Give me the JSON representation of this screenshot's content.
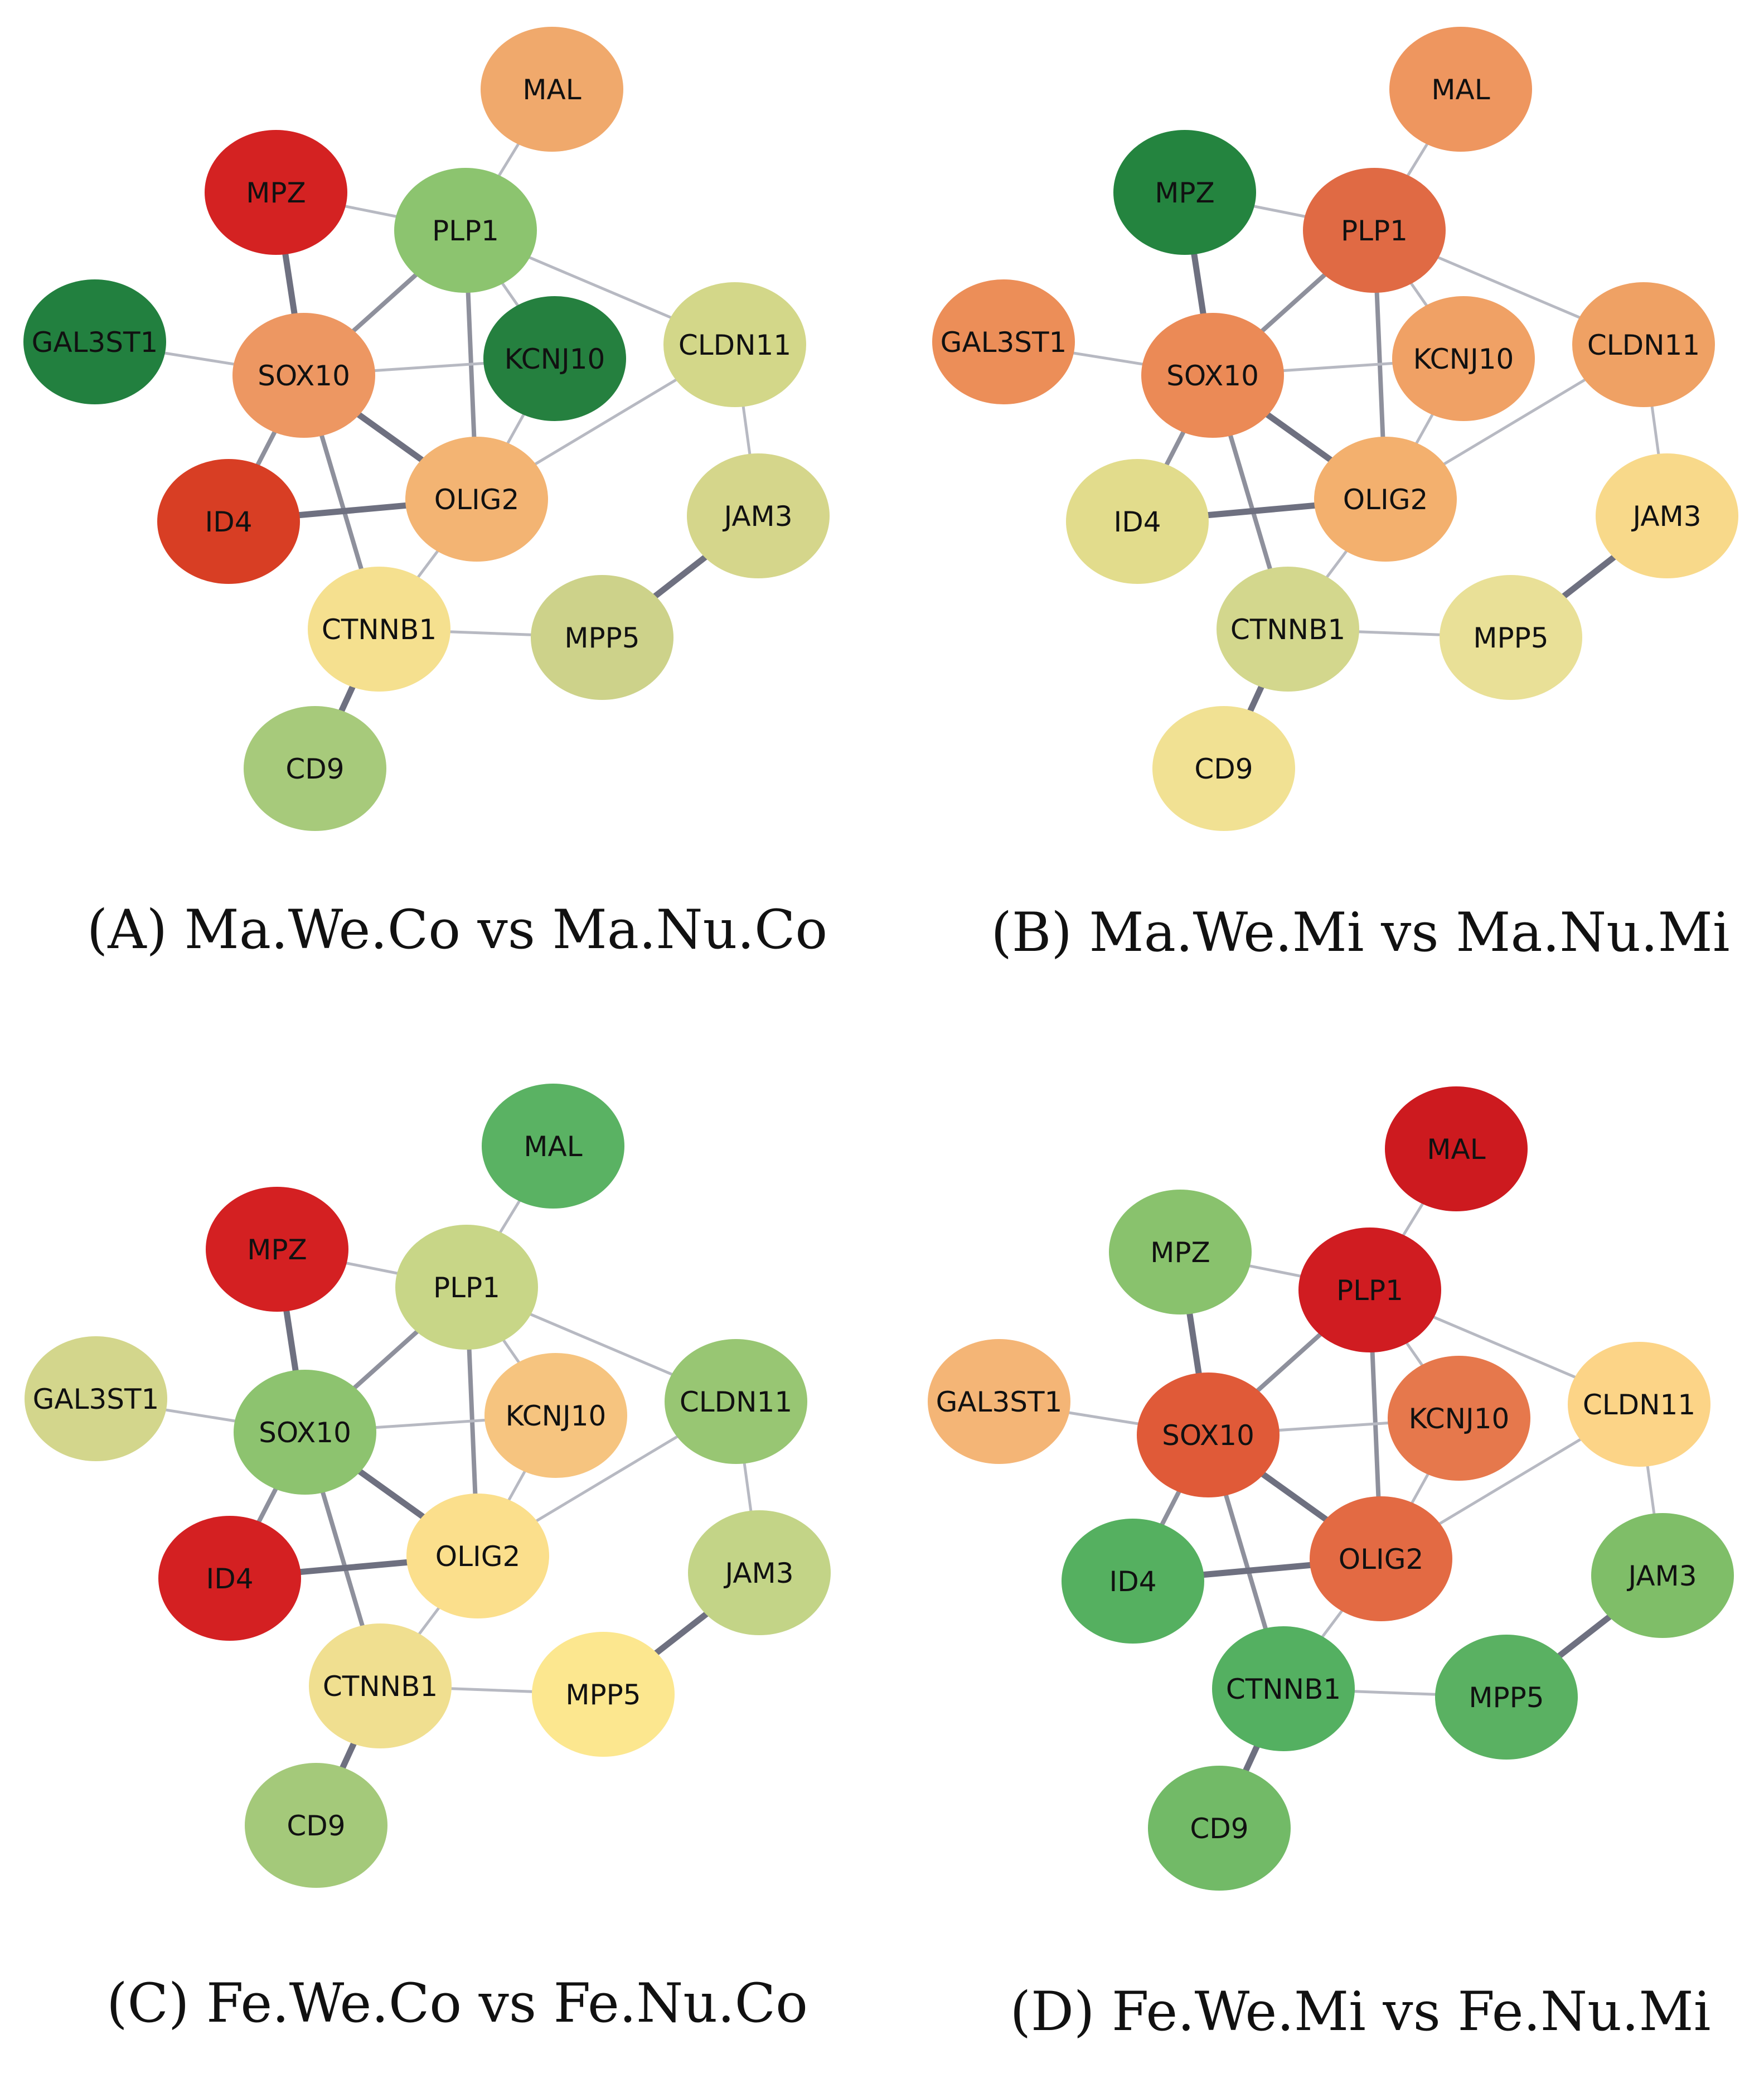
{
  "nodes": [
    "MAL",
    "MPZ",
    "PLP1",
    "GAL3ST1",
    "SOX10",
    "KCNJ10",
    "CLDN11",
    "ID4",
    "OLIG2",
    "JAM3",
    "CTNNB1",
    "MPP5",
    "CD9"
  ],
  "edges": [
    {
      "from": "MAL",
      "to": "PLP1",
      "weight": "light"
    },
    {
      "from": "MPZ",
      "to": "PLP1",
      "weight": "light"
    },
    {
      "from": "MPZ",
      "to": "SOX10",
      "weight": "heavy"
    },
    {
      "from": "PLP1",
      "to": "SOX10",
      "weight": "medium"
    },
    {
      "from": "PLP1",
      "to": "KCNJ10",
      "weight": "light"
    },
    {
      "from": "PLP1",
      "to": "CLDN11",
      "weight": "light"
    },
    {
      "from": "PLP1",
      "to": "OLIG2",
      "weight": "medium"
    },
    {
      "from": "GAL3ST1",
      "to": "SOX10",
      "weight": "light"
    },
    {
      "from": "SOX10",
      "to": "KCNJ10",
      "weight": "light"
    },
    {
      "from": "SOX10",
      "to": "OLIG2",
      "weight": "heavy"
    },
    {
      "from": "SOX10",
      "to": "ID4",
      "weight": "medium"
    },
    {
      "from": "SOX10",
      "to": "CTNNB1",
      "weight": "medium"
    },
    {
      "from": "KCNJ10",
      "to": "OLIG2",
      "weight": "light"
    },
    {
      "from": "CLDN11",
      "to": "OLIG2",
      "weight": "light"
    },
    {
      "from": "CLDN11",
      "to": "JAM3",
      "weight": "light"
    },
    {
      "from": "ID4",
      "to": "OLIG2",
      "weight": "heavy"
    },
    {
      "from": "OLIG2",
      "to": "CTNNB1",
      "weight": "light"
    },
    {
      "from": "JAM3",
      "to": "MPP5",
      "weight": "heavy"
    },
    {
      "from": "CTNNB1",
      "to": "MPP5",
      "weight": "light"
    },
    {
      "from": "CTNNB1",
      "to": "CD9",
      "weight": "heavy"
    }
  ],
  "panels": [
    {
      "caption": "(A) Ma.We.Co vs Ma.Nu.Co",
      "colors": {
        "MAL": "#f0a96c",
        "MPZ": "#d42222",
        "PLP1": "#8cc46f",
        "GAL3ST1": "#22803f",
        "SOX10": "#ed9762",
        "KCNJ10": "#25803f",
        "CLDN11": "#d3d789",
        "ID4": "#d83e24",
        "OLIG2": "#f3b473",
        "JAM3": "#d5d68b",
        "CTNNB1": "#f5e08f",
        "MPP5": "#cdd28a",
        "CD9": "#a7ca7b"
      }
    },
    {
      "caption": "(B) Ma.We.Mi vs Ma.Nu.Mi",
      "colors": {
        "MAL": "#ee965f",
        "MPZ": "#24843f",
        "PLP1": "#e06a44",
        "GAL3ST1": "#ec8e58",
        "SOX10": "#eb8a56",
        "KCNJ10": "#f0a165",
        "CLDN11": "#efa164",
        "ID4": "#e2dc8c",
        "OLIG2": "#f3b06e",
        "JAM3": "#f8d98a",
        "CTNNB1": "#d3d78d",
        "MPP5": "#e9e097",
        "CD9": "#f1e193"
      }
    },
    {
      "caption": "(C) Fe.We.Co vs Fe.Nu.Co",
      "colors": {
        "MAL": "#5ab263",
        "MPZ": "#d42022",
        "PLP1": "#c8d687",
        "GAL3ST1": "#d3d68c",
        "SOX10": "#8dc36f",
        "KCNJ10": "#f6c47f",
        "CLDN11": "#98c673",
        "ID4": "#d42022",
        "OLIG2": "#fbdf8c",
        "JAM3": "#c3d487",
        "CTNNB1": "#f0df90",
        "MPP5": "#fce78f",
        "CD9": "#a4c97a"
      }
    },
    {
      "caption": "(D) Fe.We.Mi vs Fe.Nu.Mi",
      "colors": {
        "MAL": "#cd1a1f",
        "MPZ": "#89c26d",
        "PLP1": "#d01c21",
        "GAL3ST1": "#f4b576",
        "SOX10": "#e05a38",
        "KCNJ10": "#e6784c",
        "CLDN11": "#fcd487",
        "ID4": "#55b060",
        "OLIG2": "#e36a43",
        "JAM3": "#7fbe68",
        "CTNNB1": "#54b061",
        "MPP5": "#5ab162",
        "CD9": "#72ba67"
      }
    }
  ]
}
